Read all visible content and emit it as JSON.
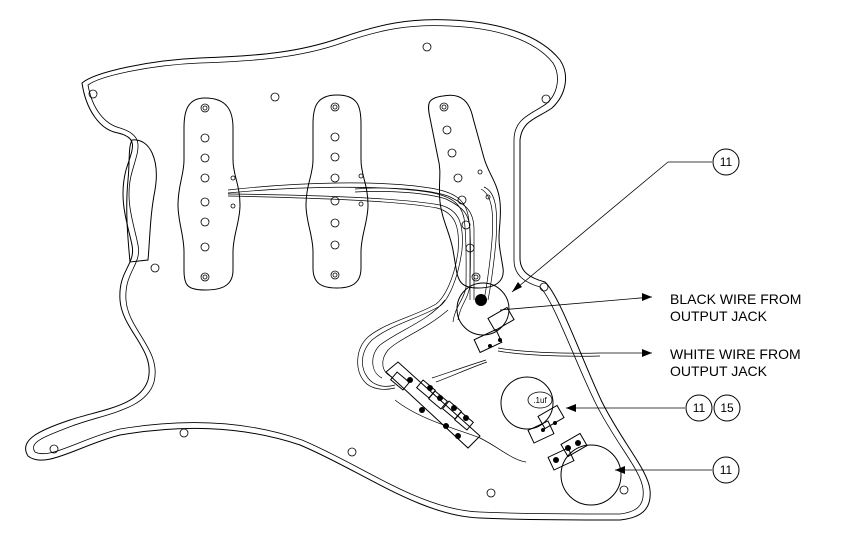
{
  "callouts": [
    {
      "id": "c1",
      "number": "11"
    },
    {
      "id": "c2a",
      "number": "11"
    },
    {
      "id": "c2b",
      "number": "15"
    },
    {
      "id": "c3",
      "number": "11"
    }
  ],
  "labels": {
    "black_wire_line1": "BLACK WIRE  FROM",
    "black_wire_line2": "OUTPUT JACK",
    "white_wire_line1": "WHITE WIRE FROM",
    "white_wire_line2": "OUTPUT JACK",
    "capacitor": ".1uf"
  },
  "colors": {
    "line": "#000000",
    "background": "#ffffff"
  }
}
